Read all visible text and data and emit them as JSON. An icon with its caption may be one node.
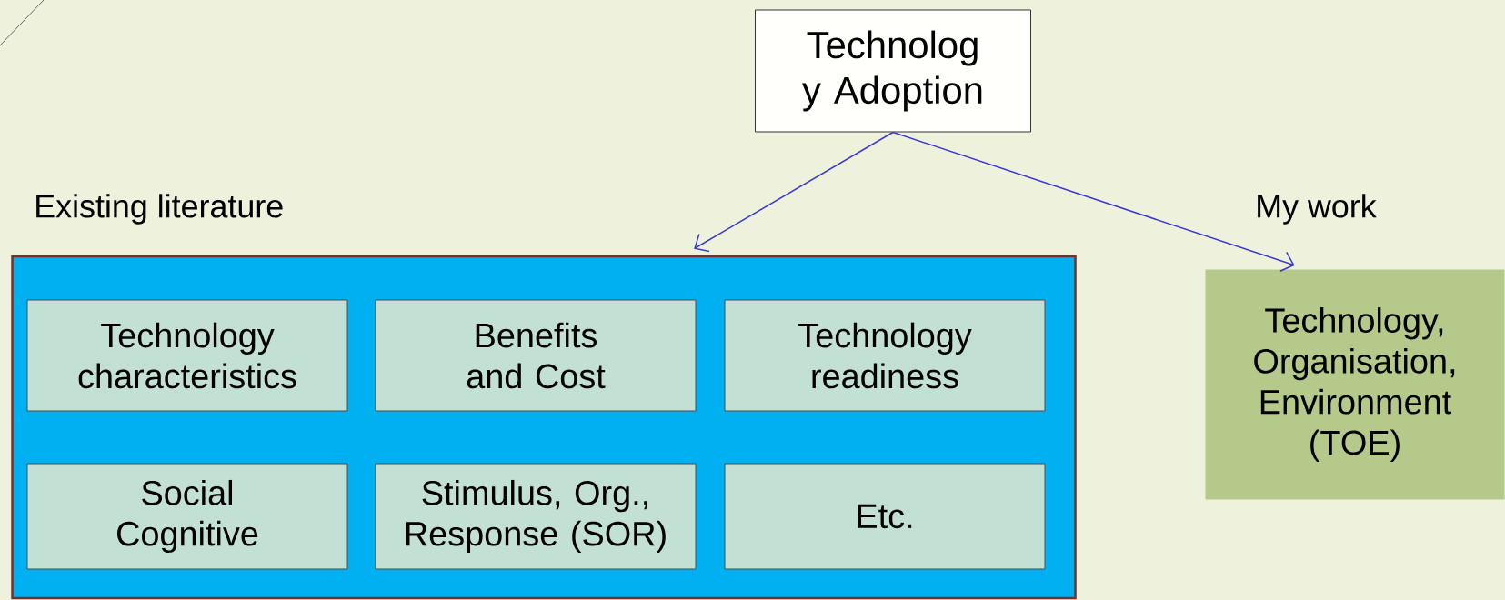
{
  "diagram": {
    "nodes": [
      {
        "text": [
          "Technolog y Adoption"
        ]
      },
      {
        "text": [],
        "shape": "box"
      },
      {
        "text": [
          "Technology characteristics"
        ],
        "in": 1
      },
      {
        "text": [
          "Benefits and Cost"
        ],
        "in": 1
      },
      {
        "text": [
          "Technology readiness"
        ],
        "in": 1
      },
      {
        "text": [
          "Social Cognitive"
        ],
        "in": 1
      },
      {
        "text": [
          "Stimulus, Org., Response (SOR)"
        ],
        "in": 1
      },
      {
        "text": [
          "Etc."
        ],
        "in": 1
      },
      {
        "text": [
          "Technology, Organisation, Environment (TOE)"
        ]
      }
    ],
    "edges": [
      {
        "from": 0,
        "to": 1,
        "arrow": "to"
      },
      {
        "from": 0,
        "to": 8,
        "arrow": "to"
      }
    ],
    "labels": [
      "Existing literature",
      "My work"
    ]
  }
}
